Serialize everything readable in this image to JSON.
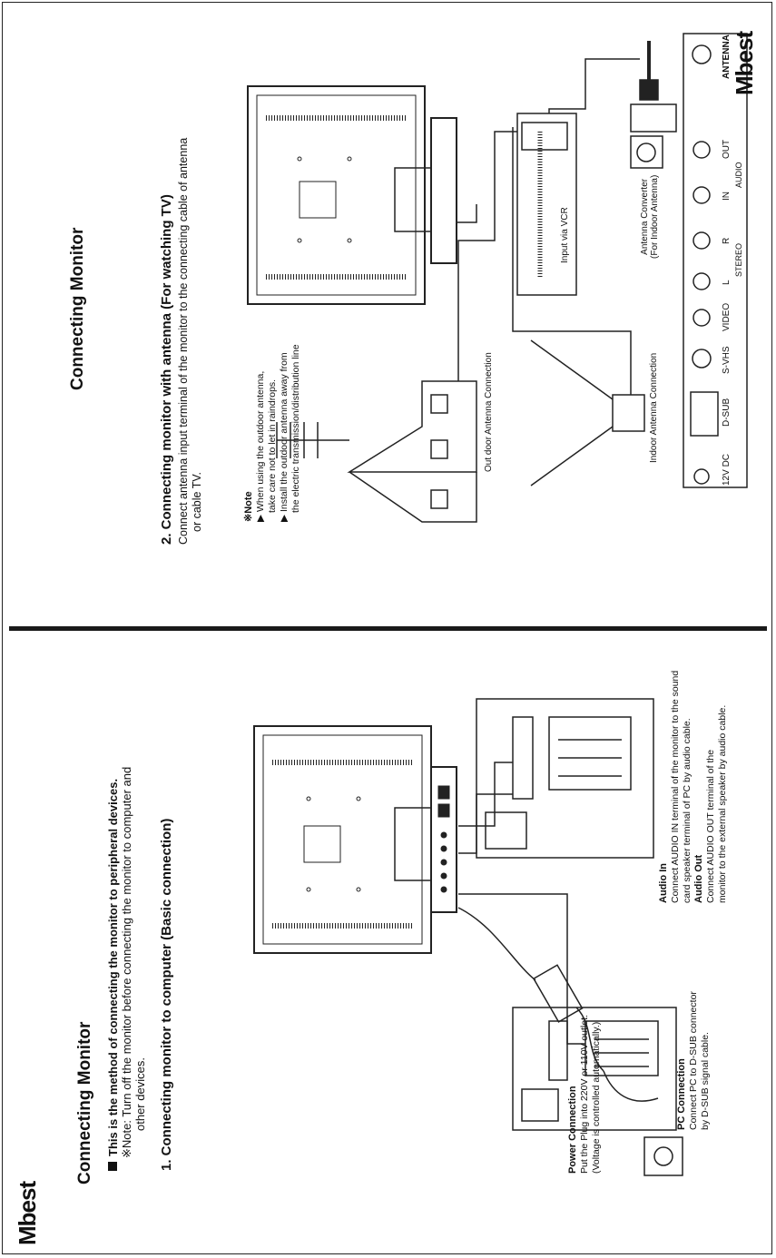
{
  "brand": "Mbest",
  "bottom_page": {
    "title": "Connecting Monitor",
    "intro_bullet": "This is the method of connecting the monitor to peripheral devices.",
    "intro_note_line1": "※Note: Turn off the monitor before connecting the monitor to computer and",
    "intro_note_line2": "other devices.",
    "section_heading": "1. Connecting monitor to computer (Basic connection)",
    "power_title": "Power Connection",
    "power_line1": "Put the Plug into 220V or 110V outlet.",
    "power_line2": "(Voltage is controlled automatically.)",
    "pc_title": "PC Connection",
    "pc_line1": "Connect PC to D-SUB connector",
    "pc_line2": "by  D-SUB signal cable.",
    "audio_in_title": "Audio In",
    "audio_in_line1": "Connect AUDIO IN terminal of the monitor to the sound",
    "audio_in_line2": "card speaker terminal of PC by audio cable.",
    "audio_out_title": "Audio Out",
    "audio_out_line1": "Connect AUDIO OUT terminal of the",
    "audio_out_line2": "monitor to the external speaker by audio cable."
  },
  "top_page": {
    "title": "Connecting Monitor",
    "section_heading": "2. Connecting monitor with antenna (For watching TV)",
    "section_line1": "Connect antenna input terminal of the monitor to the connecting cable of antenna",
    "section_line2": "or cable TV.",
    "note_title": "※Note",
    "note_line1": "▶ When using the outdoor antenna,",
    "note_line2": "take care not to let in raindrops.",
    "note_line3": "▶ Install the outdoor antenna away from",
    "note_line4": "the electric transmission/distribution line",
    "outdoor_label": "Out door Antenna Connection",
    "indoor_label": "Indoor Antenna Connection",
    "vcr_label": "Input via VCR",
    "converter_label1": "Antenna Converter",
    "converter_label2": "(For Indoor Antenna)",
    "ports": {
      "dc": "12V DC",
      "dsub": "D-SUB",
      "svhs": "S-VHS",
      "video": "VIDEO",
      "l": "L",
      "r": "R",
      "stereo": "STEREO",
      "in": "IN",
      "out": "OUT",
      "audio": "AUDIO",
      "antenna": "ANTENNA"
    }
  }
}
